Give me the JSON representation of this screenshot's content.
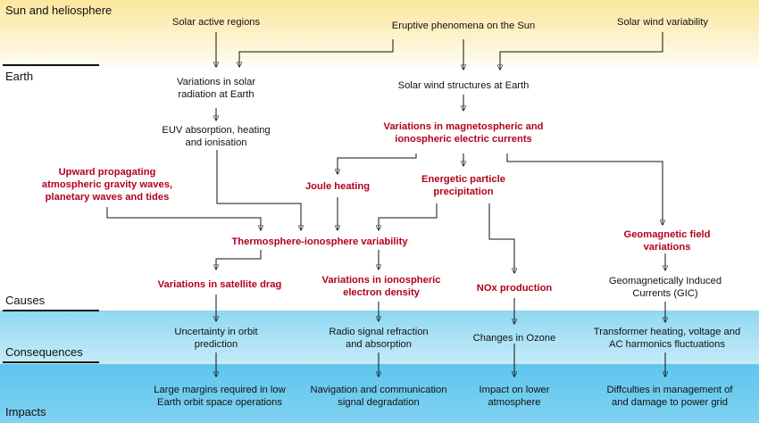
{
  "sections": {
    "sun": "Sun and heliosphere",
    "earth": "Earth",
    "causes": "Causes",
    "consequences": "Consequences",
    "impacts": "Impacts"
  },
  "nodes": {
    "solar_active_regions": "Solar active regions",
    "eruptive_phenomena": "Eruptive phenomena on the Sun",
    "solar_wind_variability": "Solar wind variability",
    "variations_solar_radiation": [
      "Variations in solar",
      "radiation at Earth"
    ],
    "solar_wind_structures": "Solar wind structures at Earth",
    "euv_absorption": [
      "EUV absorption, heating",
      "and ionisation"
    ],
    "variations_magnetospheric": [
      "Variations in magnetospheric and",
      "ionospheric electric currents"
    ],
    "upward_propagating": [
      "Upward propagating",
      "atmospheric gravity waves,",
      "planetary waves and tides"
    ],
    "joule_heating": "Joule heating",
    "energetic_particle": [
      "Energetic particle",
      "precipitation"
    ],
    "thermosphere_ionosphere": "Thermosphere-ionosphere variability",
    "geomagnetic_field": [
      "Geomagnetic field",
      "variations"
    ],
    "satellite_drag": "Variations in satellite drag",
    "ionospheric_electron_density": [
      "Variations in ionospheric",
      "electron density"
    ],
    "nox_production": "NOx production",
    "gic": [
      "Geomagnetically Induced",
      "Currents (GIC)"
    ],
    "uncertainty_orbit": [
      "Uncertainty in orbit",
      "prediction"
    ],
    "radio_signal": [
      "Radio signal refraction",
      "and absorption"
    ],
    "changes_ozone": "Changes in Ozone",
    "transformer_heating": [
      "Transformer heating, voltage and",
      "AC harmonics fluctuations"
    ],
    "large_margins": [
      "Large margins required in low",
      "Earth orbit space operations"
    ],
    "navigation_degradation": [
      "Navigation and communication",
      "signal degradation"
    ],
    "impact_lower_atmosphere": [
      "Impact on lower",
      "atmosphere"
    ],
    "power_grid": [
      "Diffculties in management of",
      "and damage to power grid"
    ]
  },
  "colors": {
    "highlight_text": "#b3001b",
    "sun_band": "#fbe79e",
    "consequences_band": "#8fd8f2",
    "impacts_band": "#5fc6ed"
  }
}
